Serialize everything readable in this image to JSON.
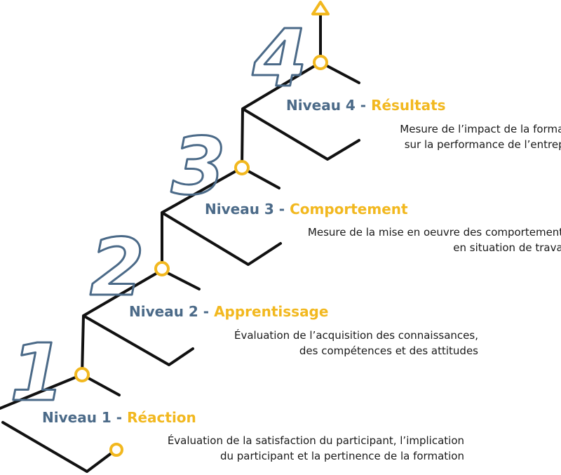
{
  "levels": [
    {
      "number": "1",
      "label": "Niveau 1",
      "separator": "-",
      "keyword": "Réaction",
      "desc_line1": "Évaluation de la satisfaction du participant, l’implication",
      "desc_line2": "du participant et la pertinence de la formation"
    },
    {
      "number": "2",
      "label": "Niveau 2",
      "separator": "-",
      "keyword": "Apprentissage",
      "desc_line1": "Évaluation de l’acquisition des connaissances,",
      "desc_line2": "des compétences et des attitudes"
    },
    {
      "number": "3",
      "label": "Niveau 3",
      "separator": "-",
      "keyword": "Comportement",
      "desc_line1": "Mesure de la mise en oeuvre des comportements",
      "desc_line2": "en situation de travail"
    },
    {
      "number": "4",
      "label": "Niveau 4",
      "separator": "-",
      "keyword": "Résultats",
      "desc_line1": "Mesure de l’impact de la formation",
      "desc_line2": "sur la performance de l’entreprise"
    }
  ],
  "colors": {
    "line": "#111111",
    "accent": "#f2b81f",
    "blue": "#4b6a88"
  }
}
